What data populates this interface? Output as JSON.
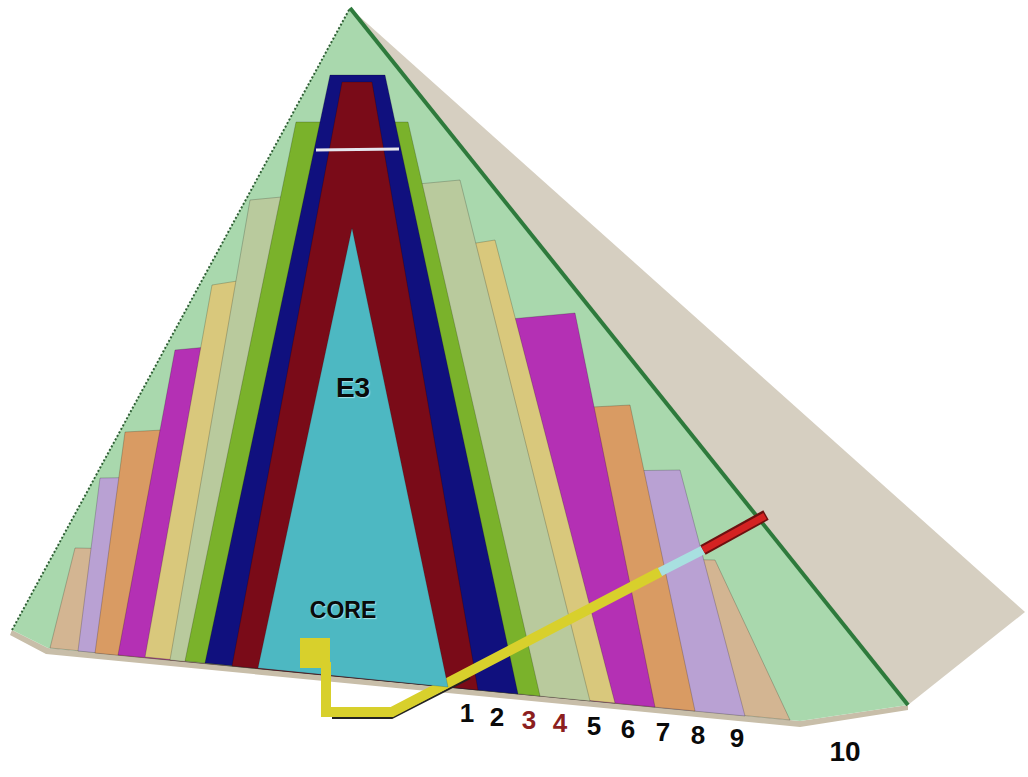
{
  "diagram": {
    "nodes": [
      {
        "text": [
          "E3",
          "CORE"
        ]
      }
    ],
    "labels": [
      "1",
      "2",
      "3",
      "4",
      "5",
      "6",
      "7",
      "8",
      "9",
      "10"
    ]
  }
}
